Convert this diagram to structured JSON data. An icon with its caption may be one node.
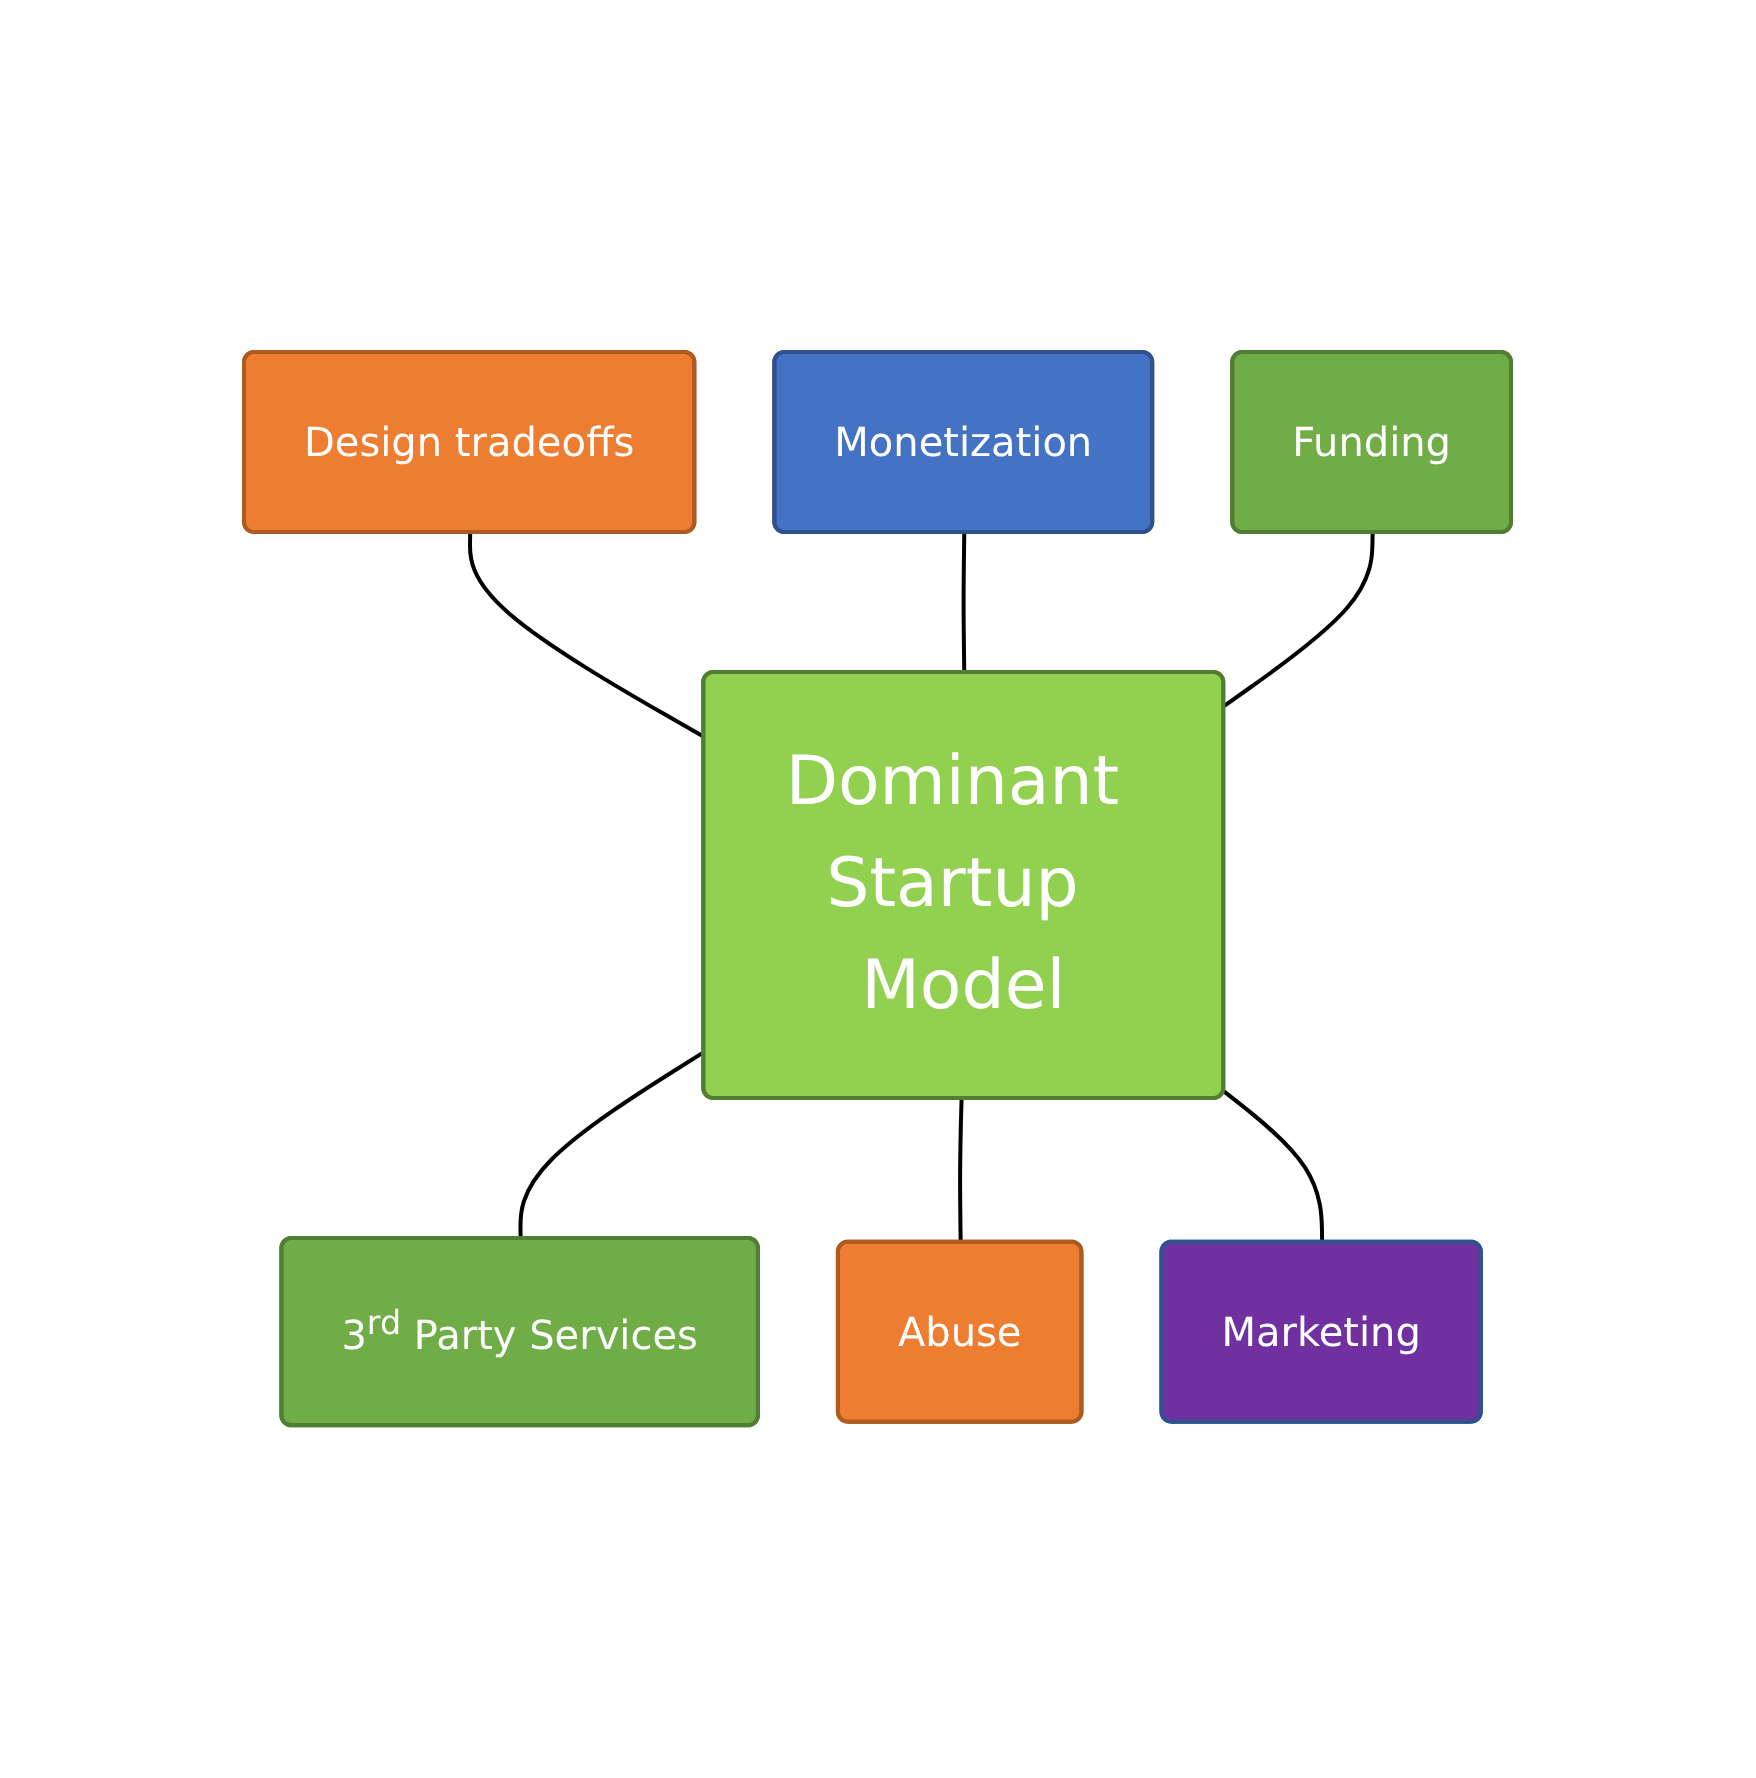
{
  "diagram": {
    "nodes": [
      {
        "text": [
          "Monetization"
        ]
      },
      {
        "text": [
          "Design tradeoffs"
        ]
      },
      {
        "text": [
          "Funding"
        ]
      },
      {
        "text": [
          "Dominant Startup Model"
        ]
      },
      {
        "text": [
          "3$^{rd}$ Party Services"
        ]
      },
      {
        "text": [
          "Marketing"
        ]
      },
      {
        "text": [
          "Abuse"
        ]
      }
    ],
    "edges": [
      {
        "from": 1,
        "to": 3,
        "arrow": "none"
      },
      {
        "from": 0,
        "to": 3,
        "arrow": "none"
      },
      {
        "from": 2,
        "to": 3,
        "arrow": "none"
      },
      {
        "from": 3,
        "to": 4,
        "arrow": "none"
      },
      {
        "from": 3,
        "to": 6,
        "arrow": "none"
      },
      {
        "from": 3,
        "to": 5,
        "arrow": "none"
      }
    ]
  }
}
